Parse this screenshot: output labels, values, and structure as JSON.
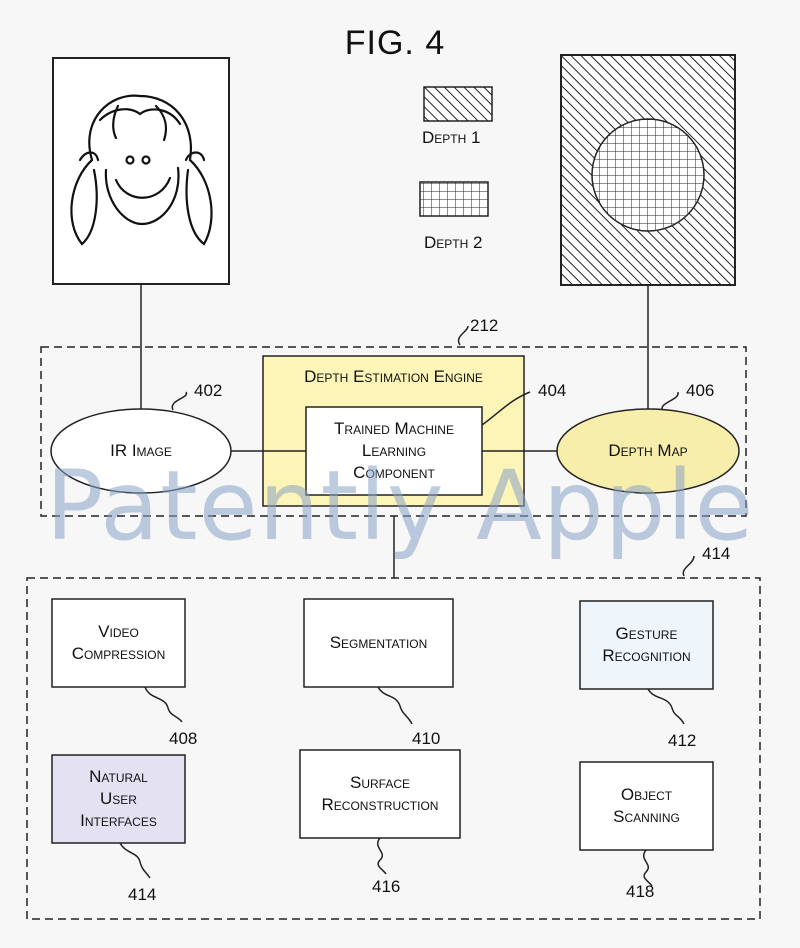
{
  "figure": {
    "title": "FIG. 4"
  },
  "legend": [
    {
      "label": "Depth 1",
      "pattern": "diagonal-hatch"
    },
    {
      "label": "Depth 2",
      "pattern": "grid"
    }
  ],
  "engine": {
    "label": "Depth Estimation Engine",
    "ref": "212"
  },
  "nodes": {
    "ir_image": {
      "label": "IR Image",
      "ref": "402"
    },
    "ml_component": {
      "label": "Trained Machine\nLearning\nComponent",
      "ref": "404"
    },
    "depth_map": {
      "label": "Depth Map",
      "ref": "406"
    }
  },
  "applications": {
    "ref": "414",
    "items": [
      {
        "label": "Video\nCompression",
        "ref": "408"
      },
      {
        "label": "Segmentation",
        "ref": "410"
      },
      {
        "label": "Gesture\nRecognition",
        "ref": "412"
      },
      {
        "label": "Natural\nUser\nInterfaces",
        "ref": "414"
      },
      {
        "label": "Surface\nReconstruction",
        "ref": "416"
      },
      {
        "label": "Object\nScanning",
        "ref": "418"
      }
    ]
  },
  "watermark": "Patently Apple",
  "colors": {
    "engine_fill": "#fdf5b8",
    "depth_map_fill": "#f6eeaa",
    "gesture_fill": "#eef5fb",
    "nui_fill": "#e4e2f2",
    "watermark": "#8aa3c8"
  }
}
